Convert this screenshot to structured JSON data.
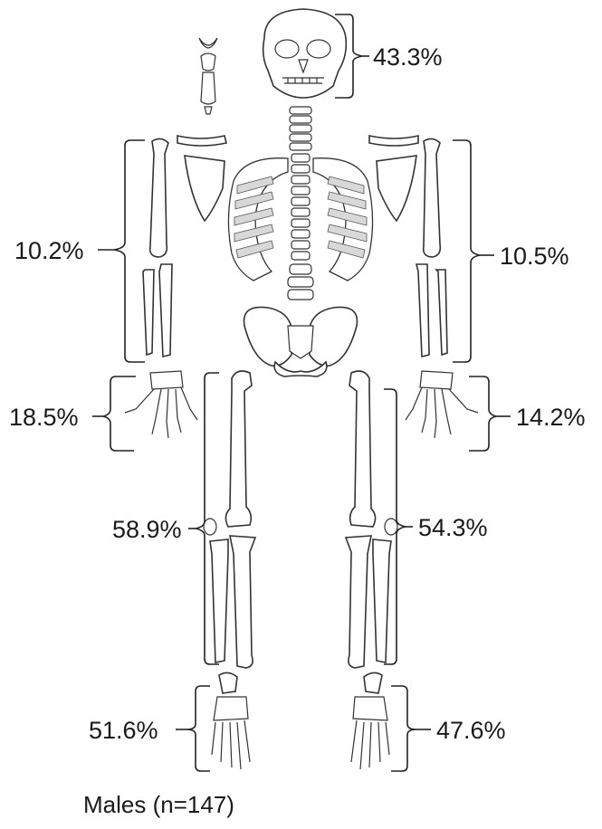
{
  "regions": {
    "skull": "43.3%",
    "right_arm": "10.2%",
    "left_arm": "10.5%",
    "right_hand": "18.5%",
    "left_hand": "14.2%",
    "right_leg": "58.9%",
    "left_leg": "54.3%",
    "right_foot": "51.6%",
    "left_foot": "47.6%"
  },
  "caption": "Males (n=147)"
}
